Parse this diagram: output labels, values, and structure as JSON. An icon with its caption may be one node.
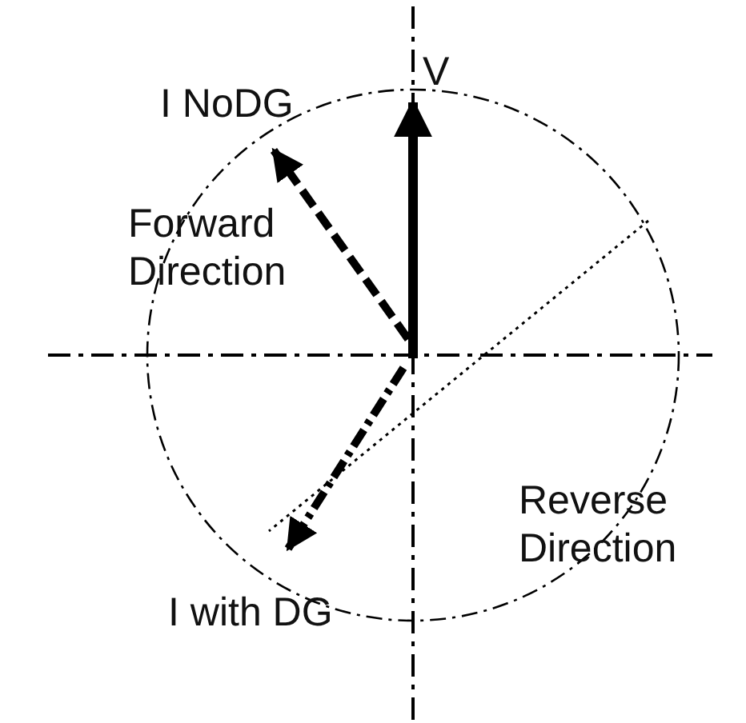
{
  "diagram": {
    "labels": [
      "V",
      "I NoDG",
      "Forward Direction",
      "Reverse Direction",
      "I with DG"
    ]
  }
}
